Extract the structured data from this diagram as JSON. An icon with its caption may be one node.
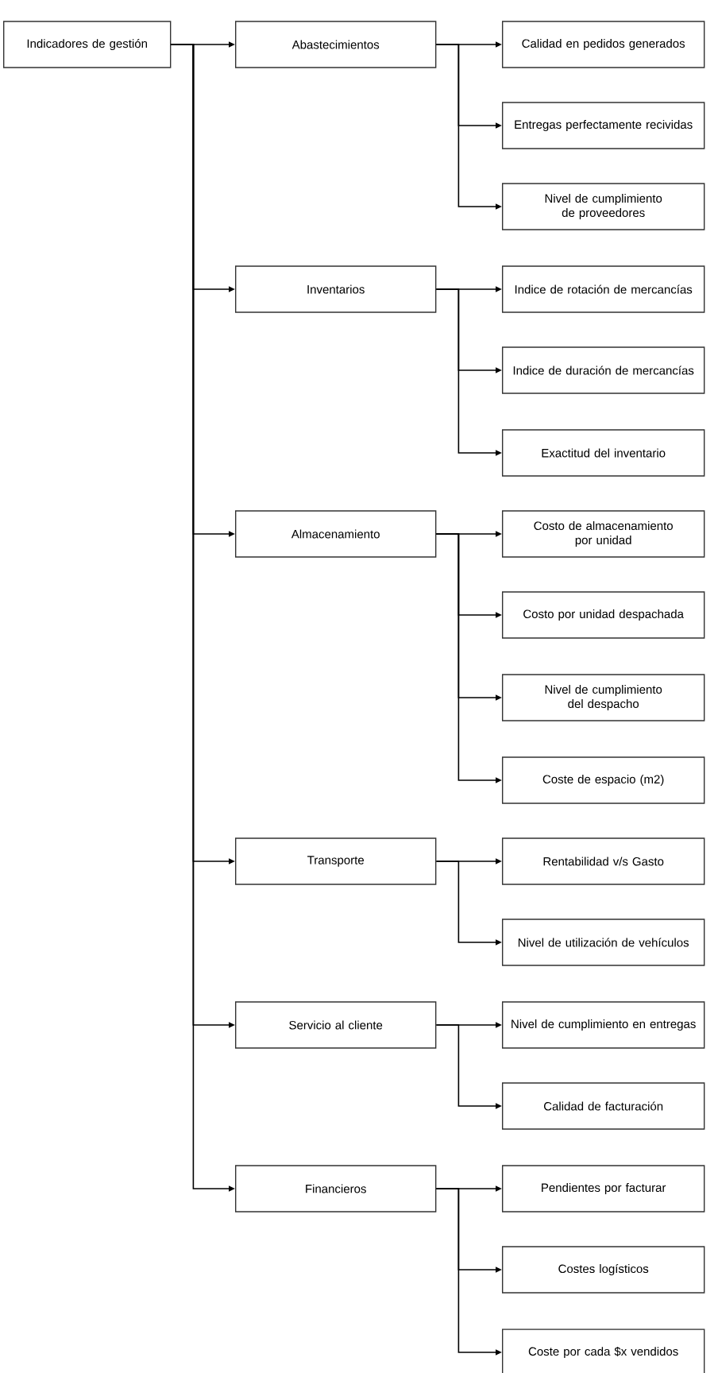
{
  "diagram": {
    "nodes": [
      {
        "text": [
          "Indicadores de gestión"
        ]
      },
      {
        "text": [
          "Abastecimientos"
        ]
      },
      {
        "text": [
          "Calidad en pedidos generados"
        ]
      },
      {
        "text": [
          "Entregas perfectamente recividas"
        ]
      },
      {
        "text": [
          "Nivel de cumplimiento de proveedores"
        ]
      },
      {
        "text": [
          "Inventarios"
        ]
      },
      {
        "text": [
          "Indice de rotación de mercancías"
        ]
      },
      {
        "text": [
          "Indice de duración de mercancías"
        ]
      },
      {
        "text": [
          "Exactitud del inventario"
        ]
      },
      {
        "text": [
          "Almacenamiento"
        ]
      },
      {
        "text": [
          "Costo de almacenamiento por unidad"
        ]
      },
      {
        "text": [
          "Costo por unidad despachada"
        ]
      },
      {
        "text": [
          "Nivel de cumplimiento del despacho"
        ]
      },
      {
        "text": [
          "Coste de espacio (m2)"
        ]
      },
      {
        "text": [
          "Transporte"
        ]
      },
      {
        "text": [
          "Rentabilidad v/s Gasto"
        ]
      },
      {
        "text": [
          "Nivel de utilización de vehículos"
        ]
      },
      {
        "text": [
          "Servicio al cliente"
        ]
      },
      {
        "text": [
          "Nivel de cumplimiento en entregas"
        ]
      },
      {
        "text": [
          "Calidad de facturación"
        ]
      },
      {
        "text": [
          "Financieros"
        ]
      },
      {
        "text": [
          "Pendientes por facturar"
        ]
      },
      {
        "text": [
          "Costes logísticos"
        ]
      },
      {
        "text": [
          "Coste por cada $x vendidos"
        ]
      }
    ],
    "edges": [
      {
        "from": 0,
        "to": 1,
        "arrow": "to"
      },
      {
        "from": 1,
        "to": 2,
        "arrow": "to"
      },
      {
        "from": 1,
        "to": 3,
        "arrow": "to"
      },
      {
        "from": 1,
        "to": 4,
        "arrow": "to"
      },
      {
        "from": 0,
        "to": 5,
        "arrow": "to"
      },
      {
        "from": 5,
        "to": 6,
        "arrow": "to"
      },
      {
        "from": 5,
        "to": 7,
        "arrow": "to"
      },
      {
        "from": 5,
        "to": 8,
        "arrow": "to"
      },
      {
        "from": 0,
        "to": 9,
        "arrow": "to"
      },
      {
        "from": 9,
        "to": 10,
        "arrow": "to"
      },
      {
        "from": 9,
        "to": 11,
        "arrow": "to"
      },
      {
        "from": 9,
        "to": 12,
        "arrow": "to"
      },
      {
        "from": 9,
        "to": 13,
        "arrow": "to"
      },
      {
        "from": 0,
        "to": 14,
        "arrow": "to"
      },
      {
        "from": 14,
        "to": 15,
        "arrow": "to"
      },
      {
        "from": 14,
        "to": 16,
        "arrow": "to"
      },
      {
        "from": 0,
        "to": 17,
        "arrow": "to"
      },
      {
        "from": 17,
        "to": 18,
        "arrow": "to"
      },
      {
        "from": 17,
        "to": 19,
        "arrow": "to"
      },
      {
        "from": 0,
        "to": 20,
        "arrow": "to"
      },
      {
        "from": 20,
        "to": 21,
        "arrow": "to"
      },
      {
        "from": 20,
        "to": 22,
        "arrow": "to"
      },
      {
        "from": 20,
        "to": 23,
        "arrow": "to"
      }
    ]
  }
}
